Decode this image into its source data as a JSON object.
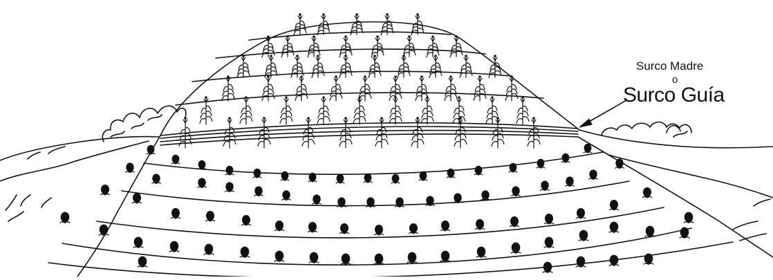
{
  "annotation": {
    "line1": "Surco Madre",
    "connector": "o",
    "line2": "Surco Guía"
  },
  "illustration": {
    "upper_terraces_crop": "maize",
    "lower_rows_crop": "round shrubs",
    "line_color": "#111111",
    "fill_color": "#ffffff",
    "icons": [
      "maize-plant-icon",
      "shrub-icon",
      "arrow-icon"
    ]
  }
}
